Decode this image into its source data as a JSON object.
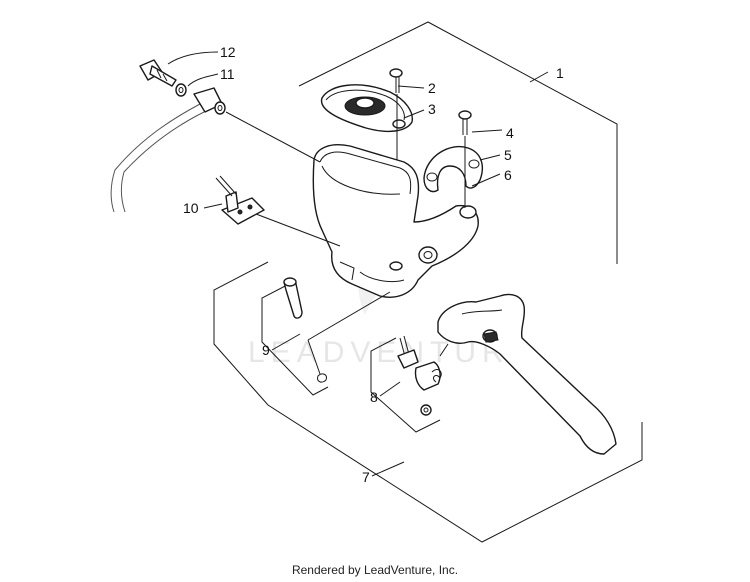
{
  "callouts": {
    "c1": "1",
    "c2": "2",
    "c3": "3",
    "c4": "4",
    "c5": "5",
    "c6": "6",
    "c7": "7",
    "c8": "8",
    "c9": "9",
    "c10": "10",
    "c11": "11",
    "c12": "12"
  },
  "watermark": "LEADVENTURE",
  "footer": "Rendered by LeadVenture, Inc."
}
